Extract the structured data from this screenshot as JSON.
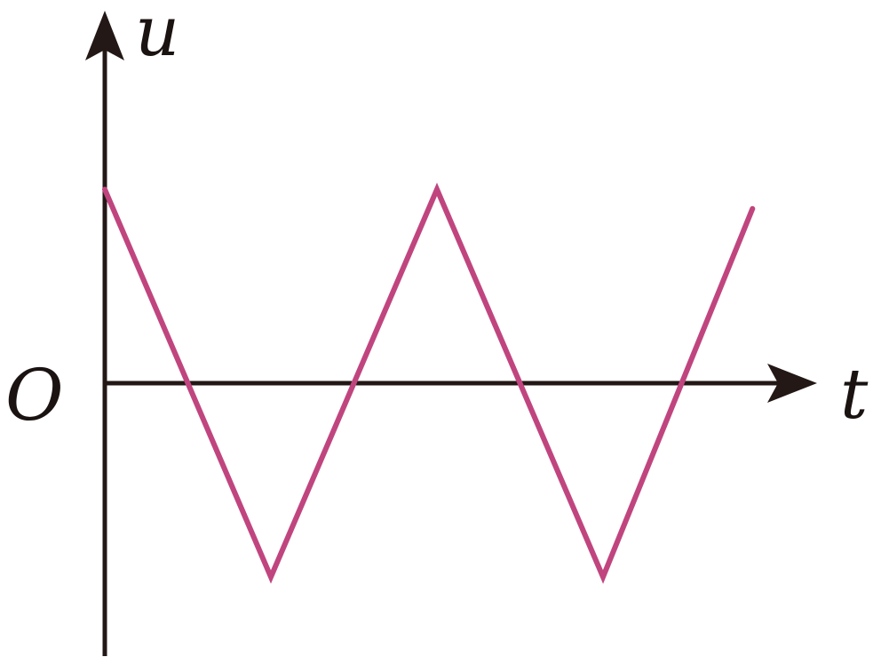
{
  "labels": {
    "y_axis": "u",
    "x_axis": "t",
    "origin": "O"
  },
  "colors": {
    "axis": "#231815",
    "waveform": "#c0457f"
  },
  "waveform": {
    "shape": "triangle",
    "points": [
      {
        "t": 0,
        "u": 1.0
      },
      {
        "t": 1,
        "u": -1.0
      },
      {
        "t": 2,
        "u": 1.0
      },
      {
        "t": 3,
        "u": -1.0
      },
      {
        "t": 3.9,
        "u": 0.9
      }
    ]
  }
}
